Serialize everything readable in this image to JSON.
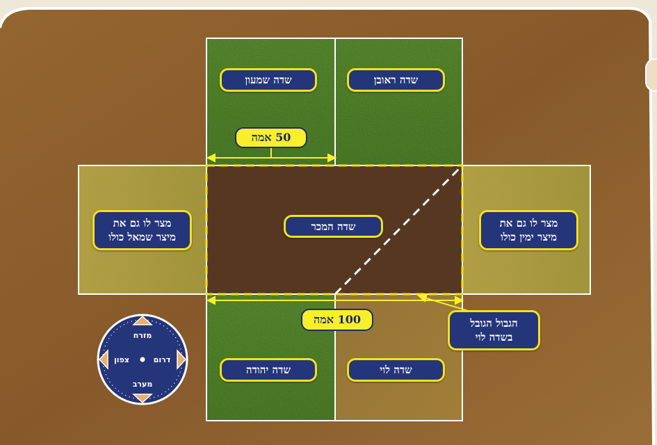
{
  "fields": {
    "shimon": "שדה שמעון",
    "reuven": "שדה ראובן",
    "sold": "שדה המכר",
    "yehuda": "שדה יהודה",
    "levi": "שדה לוי",
    "left_side": "מצר לו גם את\nמיצר שמאל כולו",
    "right_side": "מצר לו גם את\nמיצר ימין כולו",
    "border_note": "הגבול הגובל\nבשדה לוי"
  },
  "measurements": {
    "width_50": "50 אמה",
    "width_100": "100 אמה"
  },
  "compass": {
    "east": "מזרח",
    "west": "מערב",
    "north": "צפון",
    "south": "דרום"
  },
  "colors": {
    "label_bg": "#24357a",
    "label_border": "#f4e21e",
    "measure_bg": "#f7ef2a",
    "sold_field": "#5a3a22",
    "dashed_border": "#f7df1e",
    "outline": "#ffffff"
  }
}
